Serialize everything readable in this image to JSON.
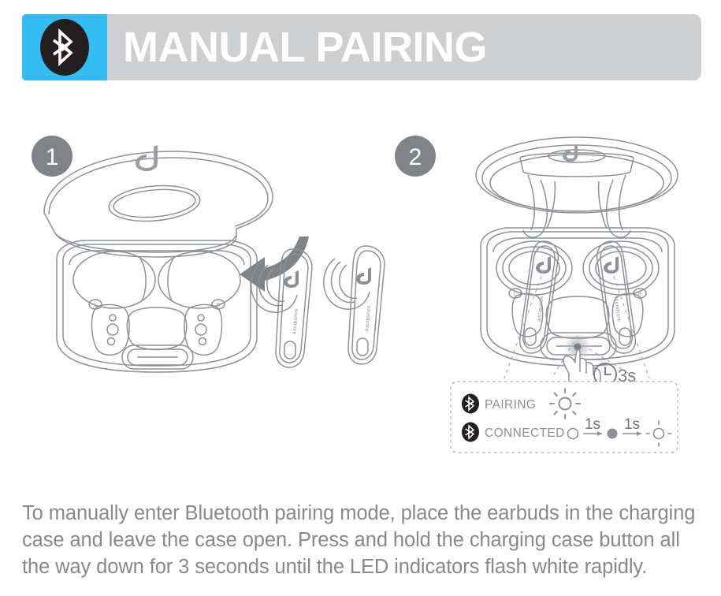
{
  "header": {
    "title": "MANUAL PAIRING",
    "icon": "bluetooth-icon",
    "badge_color": "#33bdf2",
    "bar_color": "#cdcfd1",
    "title_color": "#ffffff"
  },
  "steps": [
    {
      "number": "1",
      "name": "place-earbuds-in-case",
      "badge_color": "#808387"
    },
    {
      "number": "2",
      "name": "press-and-hold-case-button",
      "badge_color": "#808387"
    }
  ],
  "annotations": {
    "hold_duration": "3s",
    "clock_icon": "clock-icon",
    "hand_icon": "pressing-hand-icon",
    "arrow_icon": "curved-arrow-icon"
  },
  "earbud_brand": "soundcore",
  "case_marks": {
    "left": "L",
    "right": "R"
  },
  "legend": {
    "rows": [
      {
        "icon": "bluetooth-icon",
        "label": "PAIRING",
        "indicator": "flashing-light-icon"
      },
      {
        "icon": "bluetooth-icon",
        "label": "CONNECTED",
        "sequence": [
          {
            "type": "led-off-icon"
          },
          {
            "type": "arrow",
            "label": "1s"
          },
          {
            "type": "led-on-icon"
          },
          {
            "type": "arrow",
            "label": "1s"
          },
          {
            "type": "led-flash-icon"
          }
        ]
      }
    ]
  },
  "body": {
    "paragraph": "To manually enter Bluetooth pairing mode, place the earbuds in the charging case and leave the case open. Press and hold the charging case button all the way down for 3 seconds until the LED indicators flash white rapidly."
  }
}
